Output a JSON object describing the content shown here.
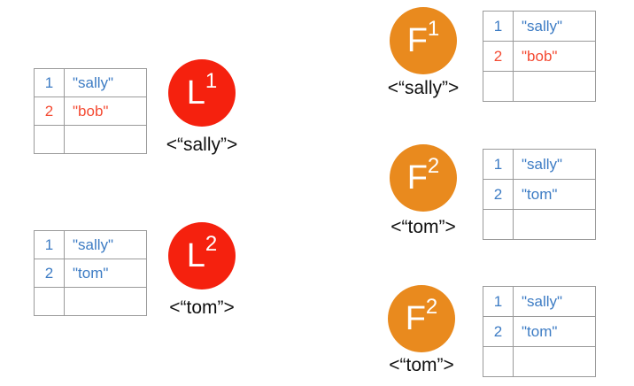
{
  "colors": {
    "leader_node": "#f5210e",
    "follower_node": "#e98a1e",
    "blue_text": "#3d7cc4",
    "red_text": "#f44b33",
    "caption_text": "#111111",
    "table_border": "#9a9a9a"
  },
  "groups": [
    {
      "id": "L1",
      "node": {
        "letter": "L",
        "sup": "1",
        "bg": "#f5210e"
      },
      "caption": "<“sally”>",
      "rows": [
        {
          "idx": "1",
          "val": "\"sally\"",
          "tone": "blue"
        },
        {
          "idx": "2",
          "val": "\"bob\"",
          "tone": "red"
        },
        {
          "idx": "",
          "val": "",
          "tone": ""
        }
      ]
    },
    {
      "id": "L2",
      "node": {
        "letter": "L",
        "sup": "2",
        "bg": "#f5210e"
      },
      "caption": "<“tom”>",
      "rows": [
        {
          "idx": "1",
          "val": "\"sally\"",
          "tone": "blue"
        },
        {
          "idx": "2",
          "val": "\"tom\"",
          "tone": "blue"
        },
        {
          "idx": "",
          "val": "",
          "tone": ""
        }
      ]
    },
    {
      "id": "F1",
      "node": {
        "letter": "F",
        "sup": "1",
        "bg": "#e98a1e"
      },
      "caption": "<“sally”>",
      "rows": [
        {
          "idx": "1",
          "val": "\"sally\"",
          "tone": "blue"
        },
        {
          "idx": "2",
          "val": "\"bob\"",
          "tone": "red"
        },
        {
          "idx": "",
          "val": "",
          "tone": ""
        }
      ]
    },
    {
      "id": "F2a",
      "node": {
        "letter": "F",
        "sup": "2",
        "bg": "#e98a1e"
      },
      "caption": "<“tom”>",
      "rows": [
        {
          "idx": "1",
          "val": "\"sally\"",
          "tone": "blue"
        },
        {
          "idx": "2",
          "val": "\"tom\"",
          "tone": "blue"
        },
        {
          "idx": "",
          "val": "",
          "tone": ""
        }
      ]
    },
    {
      "id": "F2b",
      "node": {
        "letter": "F",
        "sup": "2",
        "bg": "#e98a1e"
      },
      "caption": "<“tom”>",
      "rows": [
        {
          "idx": "1",
          "val": "\"sally\"",
          "tone": "blue"
        },
        {
          "idx": "2",
          "val": "\"tom\"",
          "tone": "blue"
        },
        {
          "idx": "",
          "val": "",
          "tone": ""
        }
      ]
    }
  ]
}
